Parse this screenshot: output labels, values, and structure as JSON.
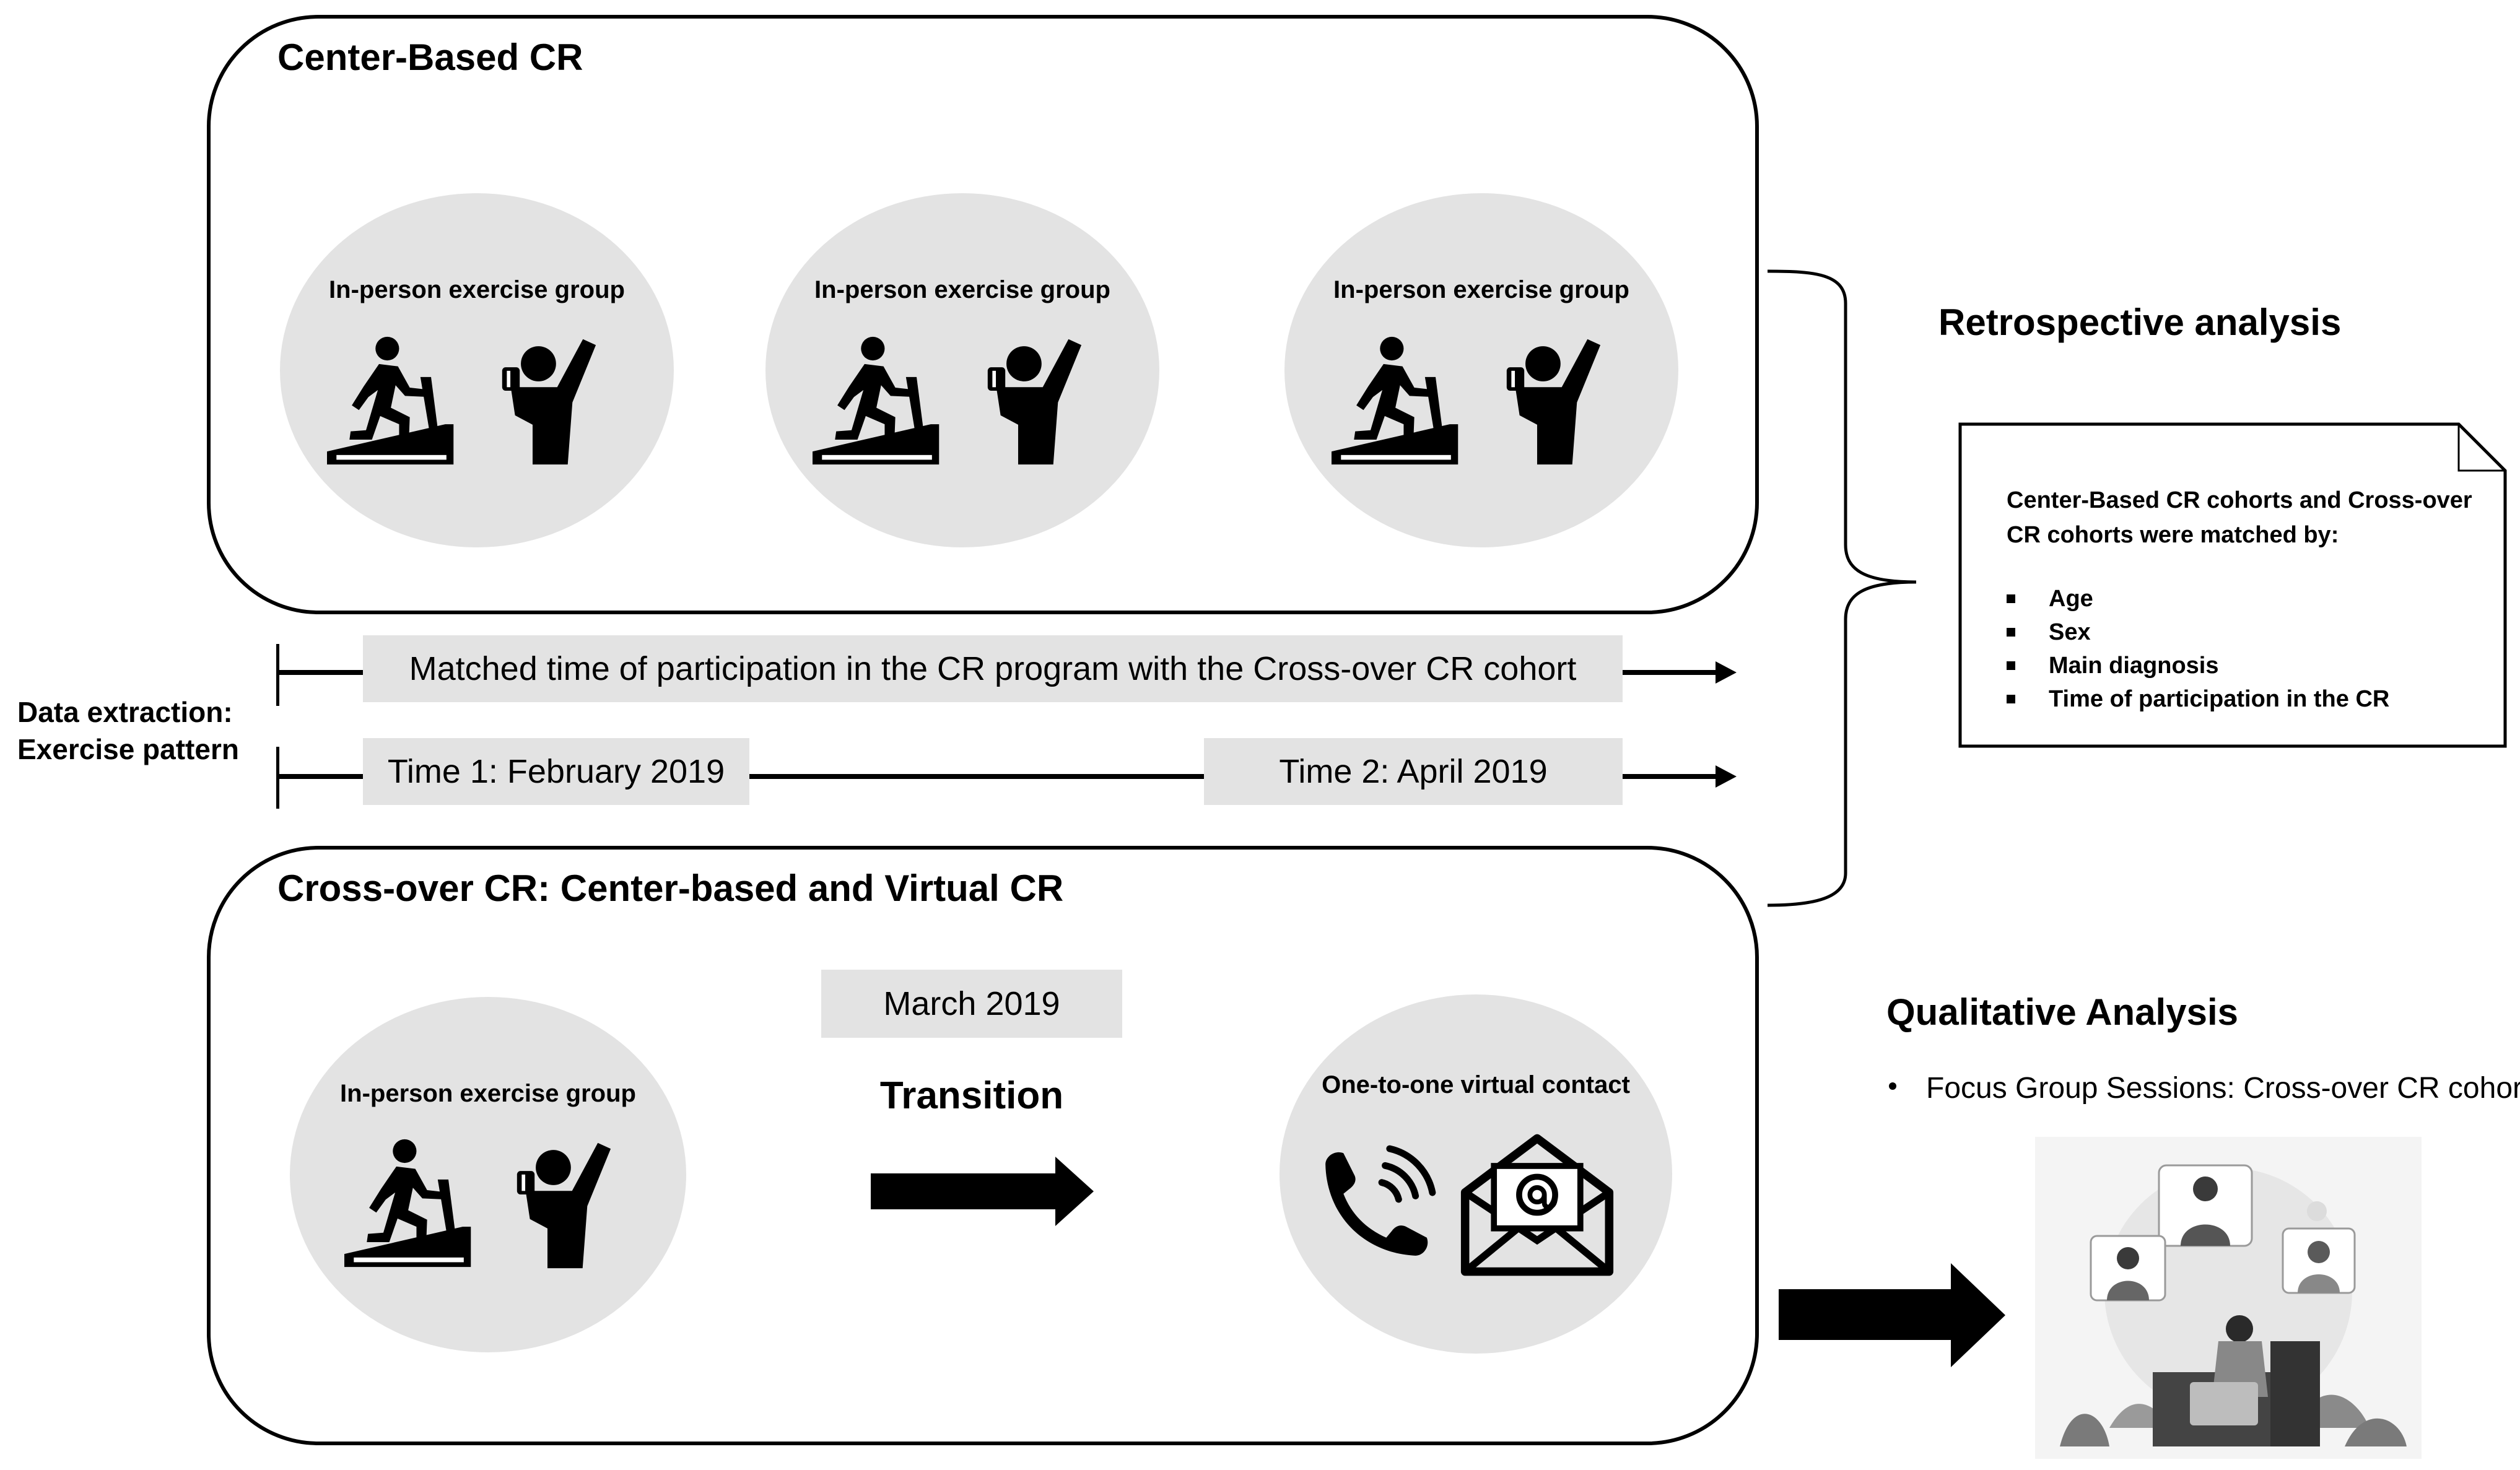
{
  "panels": {
    "center_based": {
      "title": "Center-Based CR",
      "groups": [
        {
          "label": "In-person exercise group",
          "icons": [
            "treadmill-runner-icon",
            "weightlifter-icon"
          ]
        },
        {
          "label": "In-person exercise group",
          "icons": [
            "treadmill-runner-icon",
            "weightlifter-icon"
          ]
        },
        {
          "label": "In-person exercise group",
          "icons": [
            "treadmill-runner-icon",
            "weightlifter-icon"
          ]
        }
      ]
    },
    "crossover": {
      "title": "Cross-over CR: Center-based and Virtual CR",
      "in_person": {
        "label": "In-person exercise group",
        "icons": [
          "treadmill-runner-icon",
          "weightlifter-icon"
        ]
      },
      "transition_date": "March 2019",
      "transition_label": "Transition",
      "virtual": {
        "label": "One-to-one virtual contact",
        "icons": [
          "phone-icon",
          "email-envelope-icon"
        ]
      }
    }
  },
  "data_extraction": {
    "line1": "Data extraction:",
    "line2": "Exercise pattern"
  },
  "timelines": {
    "matched": "Matched time of participation in the CR program with the Cross-over CR cohort",
    "time1": "Time 1: February 2019",
    "time2": "Time 2: April 2019"
  },
  "retrospective": {
    "heading": "Retrospective analysis",
    "note_text": "Center-Based CR cohorts and Cross-over CR cohorts were matched by:",
    "criteria": [
      "Age",
      "Sex",
      "Main diagnosis",
      "Time of participation in the CR"
    ]
  },
  "qualitative": {
    "heading": "Qualitative Analysis",
    "items": [
      "Focus Group Sessions: Cross-over CR cohorts"
    ],
    "illustration": "video-conference-illustration"
  },
  "colors": {
    "circle_fill": "#e3e3e3",
    "label_fill": "#e3e3e3",
    "stroke": "#000000"
  }
}
